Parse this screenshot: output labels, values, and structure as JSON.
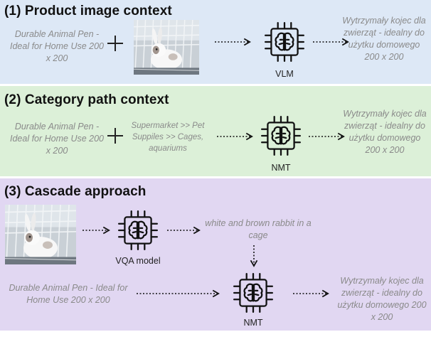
{
  "panels": [
    {
      "heading": "(1)  Product image context",
      "source": "Durable Animal Pen - Ideal for Home Use 200 x 200",
      "model": "VLM",
      "output": "Wytrzymały kojec dla zwierząt - idealny do użytku domowego 200 x 200"
    },
    {
      "heading": "(2)  Category path context",
      "source": "Durable Animal Pen - Ideal for Home Use 200 x 200",
      "category": "Supermarket >> Pet Suppiles >> Cages, aquariums",
      "model": "NMT",
      "output": "Wytrzymały kojec dla zwierząt - idealny do użytku domowego 200 x 200"
    },
    {
      "heading": "(3)  Cascade approach",
      "vqa_model": "VQA model",
      "caption": "white and brown rabbit in a cage",
      "source": "Durable Animal Pen - Ideal for Home Use 200 x 200",
      "model": "NMT",
      "output": "Wytrzymały kojec dla zwierząt - idealny do użytku domowego 200 x 200"
    }
  ],
  "icons": {
    "model_chip": "brain-chip-icon",
    "plus": "plus-icon",
    "arrow": "dotted-arrow-icon",
    "image": "rabbit-in-cage-photo"
  },
  "colors": {
    "panel1": "#dde8f6",
    "panel2": "#dcf0d8",
    "panel3": "#e1d7f2",
    "italic_text": "#8a8a8a"
  }
}
